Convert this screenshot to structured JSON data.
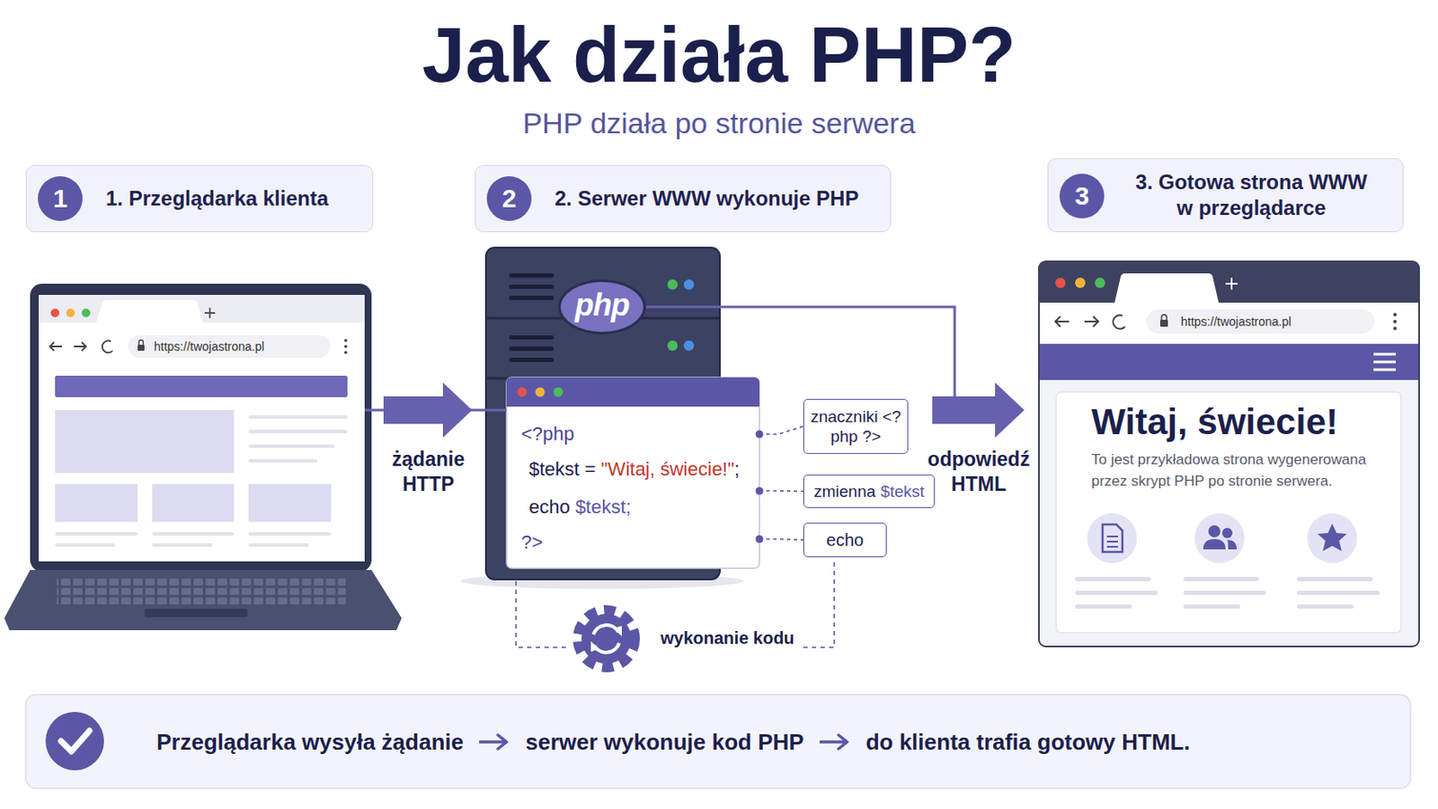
{
  "diagram": {
    "title": "Jak działa PHP?",
    "nodes": [
      {
        "text": [
          "1. Przeglądarka klienta"
        ]
      },
      {
        "text": [
          "1"
        ],
        "in": 0
      },
      {
        "text": [
          "2. Serwer WWW wykonuje PHP"
        ]
      },
      {
        "text": [
          "2"
        ],
        "in": 2
      },
      {
        "text": [
          "3. Gotowa strona WWW w przeglądarce"
        ]
      },
      {
        "text": [
          "3"
        ],
        "in": 4
      },
      {
        "text": [
          "https://twojastrona.pl"
        ]
      },
      {
        "text": [
          "php"
        ]
      },
      {
        "text": [
          "<?php",
          "$tekst =",
          "\"Witaj, świecie!\"",
          ";",
          "echo",
          "$tekst;",
          "?>"
        ]
      },
      {
        "text": [
          "znaczniki <?php ?>"
        ]
      },
      {
        "text": [
          "zmienna",
          "$tekst"
        ]
      },
      {
        "text": [
          "echo"
        ]
      },
      {
        "text": [
          "https://twojastrona.pl"
        ]
      },
      {
        "text": [
          "Witaj, świecie!",
          "To jest przykładowa strona wygenerowana przez skrypt PHP po stronie serwera."
        ],
        "in": 12
      },
      {
        "text": [
          "Przeglądarka wysyła żądanie",
          "serwer wykonuje kod PHP",
          "do klienta trafia gotowy HTML."
        ]
      }
    ],
    "edges": [
      {
        "from": 6,
        "to": 8,
        "label": "żądanie HTTP",
        "arrow": "to"
      },
      {
        "from": 7,
        "to": 12,
        "label": "odpowiedź HTML",
        "arrow": "to"
      },
      {
        "from": 8,
        "to": 9,
        "arrow": "none"
      },
      {
        "from": 8,
        "to": 10,
        "arrow": "none"
      },
      {
        "from": 8,
        "to": 11,
        "arrow": "none"
      }
    ],
    "labels": [
      "PHP działa po stronie serwera",
      "wykonanie kodu"
    ]
  }
}
